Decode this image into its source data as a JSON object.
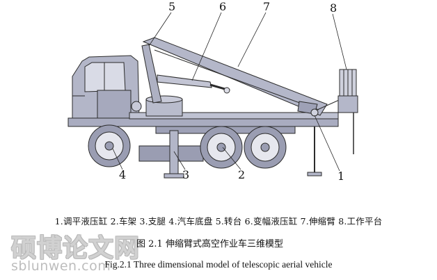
{
  "figure": {
    "callouts": [
      "5",
      "6",
      "7",
      "8",
      "4",
      "3",
      "2",
      "1"
    ],
    "legend": "1.调平液压缸  2.车架  3.支腿  4.汽车底盘  5.转台  6.变幅液压缸  7.伸缩臂  8.工作平台",
    "caption_cn": "图 2.1    伸缩臂式高空作业车三维模型",
    "caption_en": "Fig.2.1    Three dimensional model of telescopic aerial vehicle"
  },
  "watermark": {
    "text_cn": "硕博论文网",
    "text_en": "sblunwen.com"
  }
}
